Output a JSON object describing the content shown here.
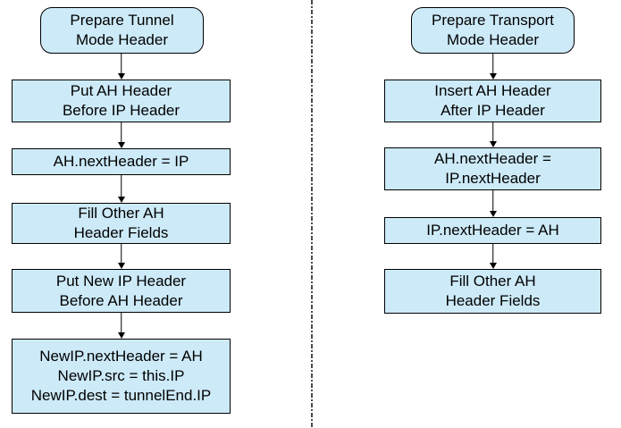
{
  "colors": {
    "background": "#ffffff",
    "box_fill": "#cdeaf8",
    "box_border": "#000000",
    "text": "#000000",
    "arrow": "#000000",
    "divider": "#4a4a4a"
  },
  "tunnel": {
    "start": "Prepare Tunnel\nMode Header",
    "steps": [
      "Put AH Header\nBefore IP Header",
      "AH.nextHeader = IP",
      "Fill Other AH\nHeader Fields",
      "Put New IP Header\nBefore AH Header",
      "NewIP.nextHeader = AH\nNewIP.src = this.IP\nNewIP.dest = tunnelEnd.IP"
    ]
  },
  "transport": {
    "start": "Prepare Transport\nMode Header",
    "steps": [
      "Insert AH Header\nAfter IP Header",
      "AH.nextHeader =\nIP.nextHeader",
      "IP.nextHeader = AH",
      "Fill Other AH\nHeader Fields"
    ]
  }
}
